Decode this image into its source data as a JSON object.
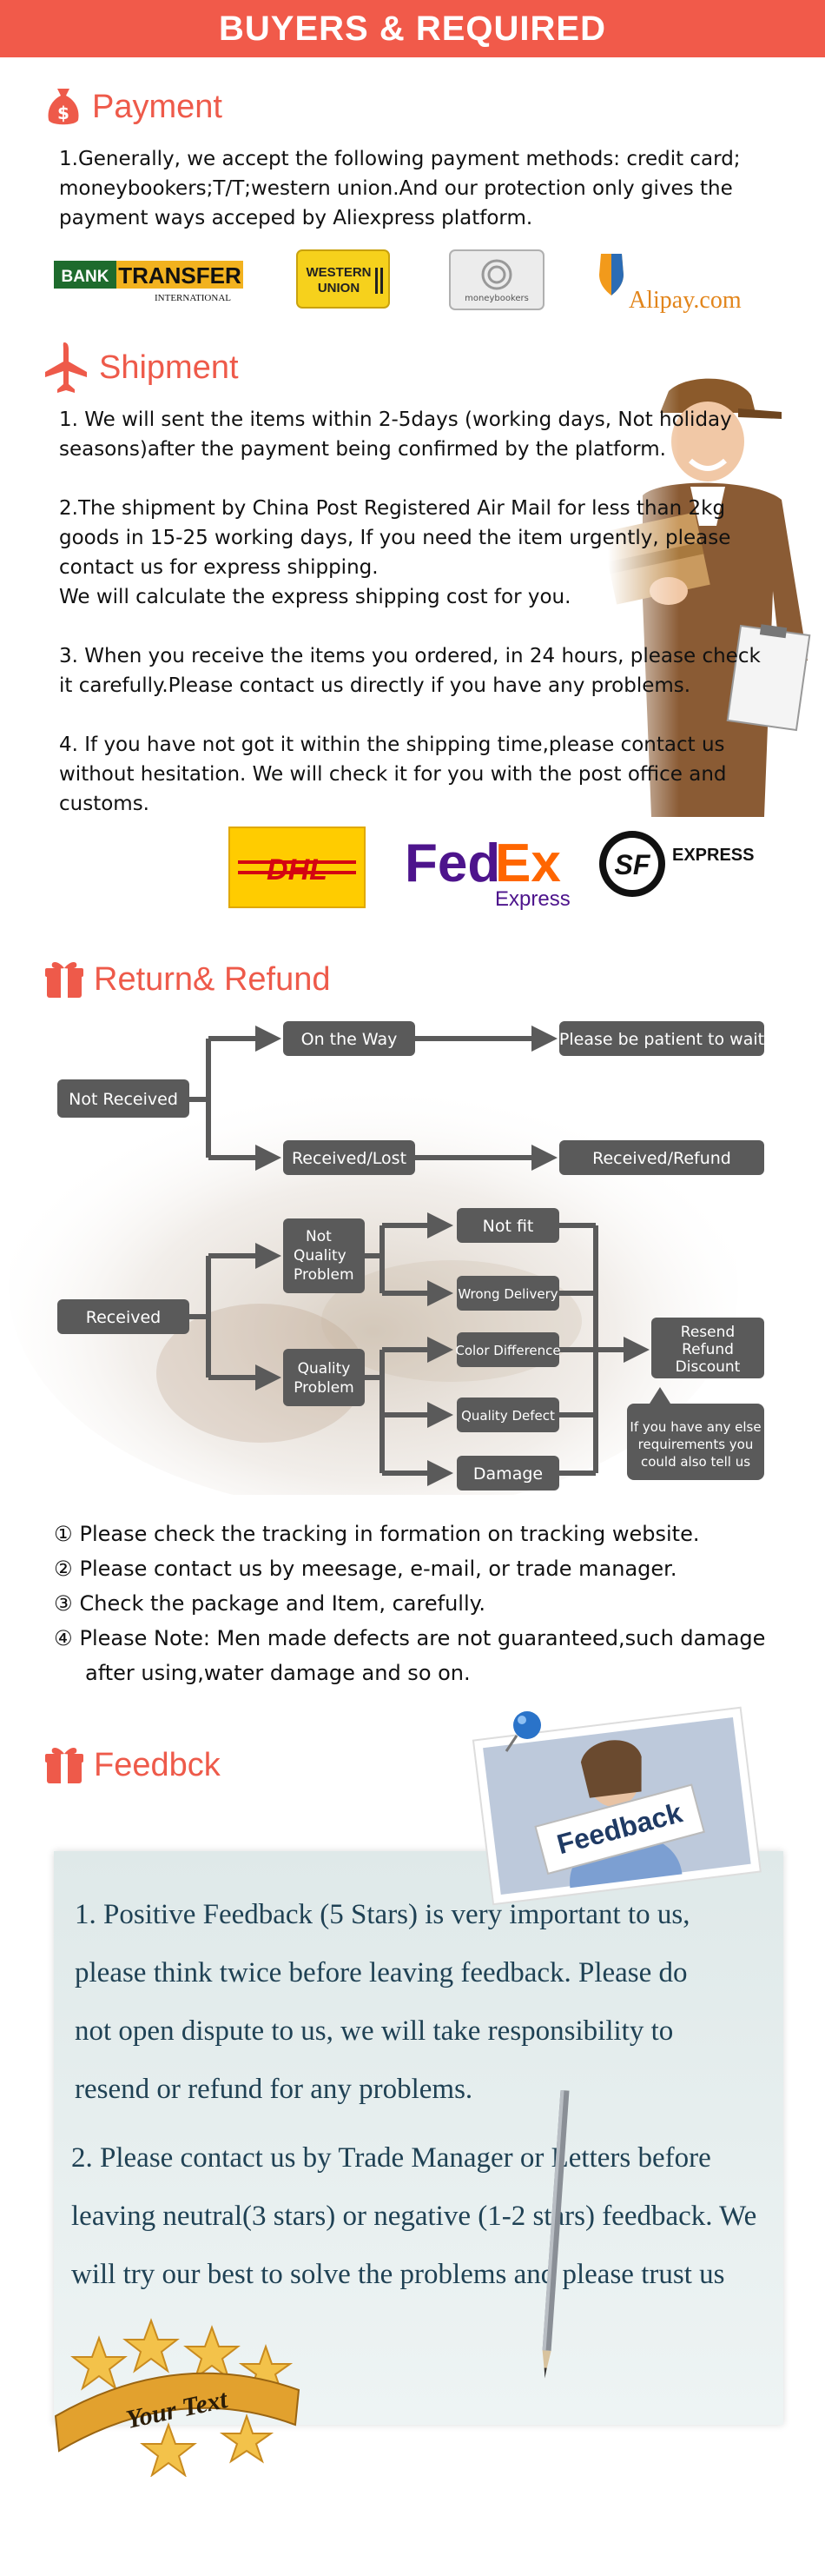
{
  "banner": {
    "title": "BUYERS & REQUIRED"
  },
  "payment": {
    "heading": "Payment",
    "text": [
      "1.Generally, we accept the following payment methods: credit card;",
      "moneybookers;T/T;western union.And our protection only gives the",
      "payment ways acceped by Aliexpress platform."
    ],
    "logos": {
      "bank": {
        "main": "BANK",
        "accent": "TRANSFER",
        "sub": "INTERNATIONAL"
      },
      "western": {
        "line1": "WESTERN",
        "line2": "UNION"
      },
      "moneybookers": {
        "label": "moneybookers"
      },
      "alipay": {
        "label": "Alipay.com"
      }
    }
  },
  "shipment": {
    "heading": "Shipment",
    "paragraphs": [
      [
        "1. We will sent the items within 2-5days (working days, Not holiday",
        "seasons)after the payment being confirmed by the platform."
      ],
      [
        "2.The shipment by China Post Registered Air Mail for less than  2kg",
        "goods in 15-25 working days, If  you need the item urgently, please",
        "contact us for express shipping.",
        "We will calculate the express shipping cost for you."
      ],
      [
        "3. When you receive the items you ordered, in 24 hours, please check",
        " it carefully.Please contact us directly if you have any problems."
      ],
      [
        "4. If you have not got it within the shipping time,please contact us",
        "without hesitation. We will check it for you with the post office and",
        "customs."
      ]
    ],
    "couriers": {
      "dhl": "DHL",
      "fedex": {
        "fed": "Fed",
        "ex": "Ex",
        "sub": "Express"
      },
      "sf": {
        "mark": "SF",
        "label": "EXPRESS"
      }
    }
  },
  "refund": {
    "heading": "Return& Refund",
    "nodes": {
      "not_received": "Not Received",
      "on_the_way": "On the Way",
      "patient": "Please be patient to wait",
      "received_lost": "Received/Lost",
      "received_refund": "Received/Refund",
      "received": "Received",
      "not_quality": [
        "Not",
        "Quality",
        "Problem"
      ],
      "quality": [
        "Quality",
        "Problem"
      ],
      "not_fit": "Not fit",
      "wrong_delivery": "Wrong Delivery",
      "color_difference": "Color Difference",
      "quality_defect": "Quality Defect",
      "damage": "Damage",
      "resend": [
        "Resend",
        "Refund",
        "Discount"
      ],
      "else": [
        "If you have any else",
        "requirements you",
        "could also tell us"
      ]
    },
    "notes": [
      {
        "num": "①",
        "text": "Please check the tracking in formation on tracking website."
      },
      {
        "num": "②",
        "text": "Please contact us by meesage, e-mail, or trade manager."
      },
      {
        "num": "③",
        "text": "Check the package and Item, carefully."
      },
      {
        "num": "④",
        "text": "Please Note: Men made defects  are not guaranteed,such damage",
        "cont": "after using,water damage and so on."
      }
    ]
  },
  "feedback": {
    "heading": "Feedbck",
    "sign": "Feedback",
    "lines1": [
      "1. Positive Feedback (5 Stars) is very important to us,",
      "please think twice before leaving feedback. Please do",
      "not open dispute to us,   we will take responsibility to",
      "resend or refund for any problems."
    ],
    "lines2": [
      "2. Please contact us by Trade Manager or Letters before",
      "leaving neutral(3 stars) or negative (1-2 stars) feedback. We",
      "will try our best to solve the problems and please trust us"
    ],
    "badge": "Your Text"
  },
  "colors": {
    "accent": "#ee5a4a",
    "node": "#5a5a5a",
    "banner": "#f15a4a"
  }
}
